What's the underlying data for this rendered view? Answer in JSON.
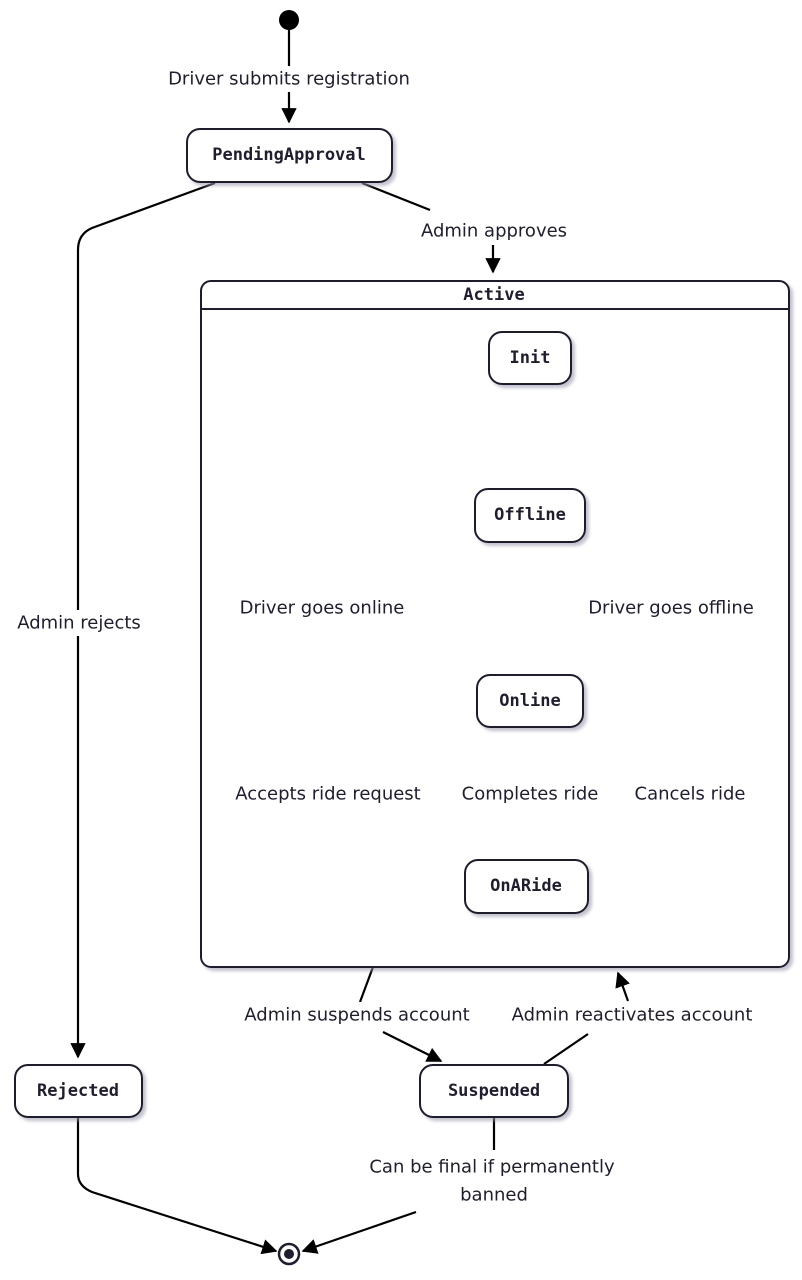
{
  "states": {
    "pending_approval": "PendingApproval",
    "active": "Active",
    "init": "Init",
    "offline": "Offline",
    "online": "Online",
    "on_a_ride": "OnARide",
    "rejected": "Rejected",
    "suspended": "Suspended"
  },
  "transitions": {
    "submit": "Driver submits registration",
    "approve": "Admin approves",
    "reject": "Admin rejects",
    "go_online": "Driver goes online",
    "go_offline": "Driver goes offline",
    "accept_ride": "Accepts ride request",
    "complete_ride": "Completes ride",
    "cancel_ride": "Cancels ride",
    "suspend": "Admin suspends account",
    "reactivate": "Admin reactivates account",
    "final_line1": "Can be final if permanently",
    "final_line2": "banned"
  },
  "colors": {
    "stroke": "#1f1d2e",
    "fill": "#ffffff",
    "shadow": "#c9c9d2"
  }
}
